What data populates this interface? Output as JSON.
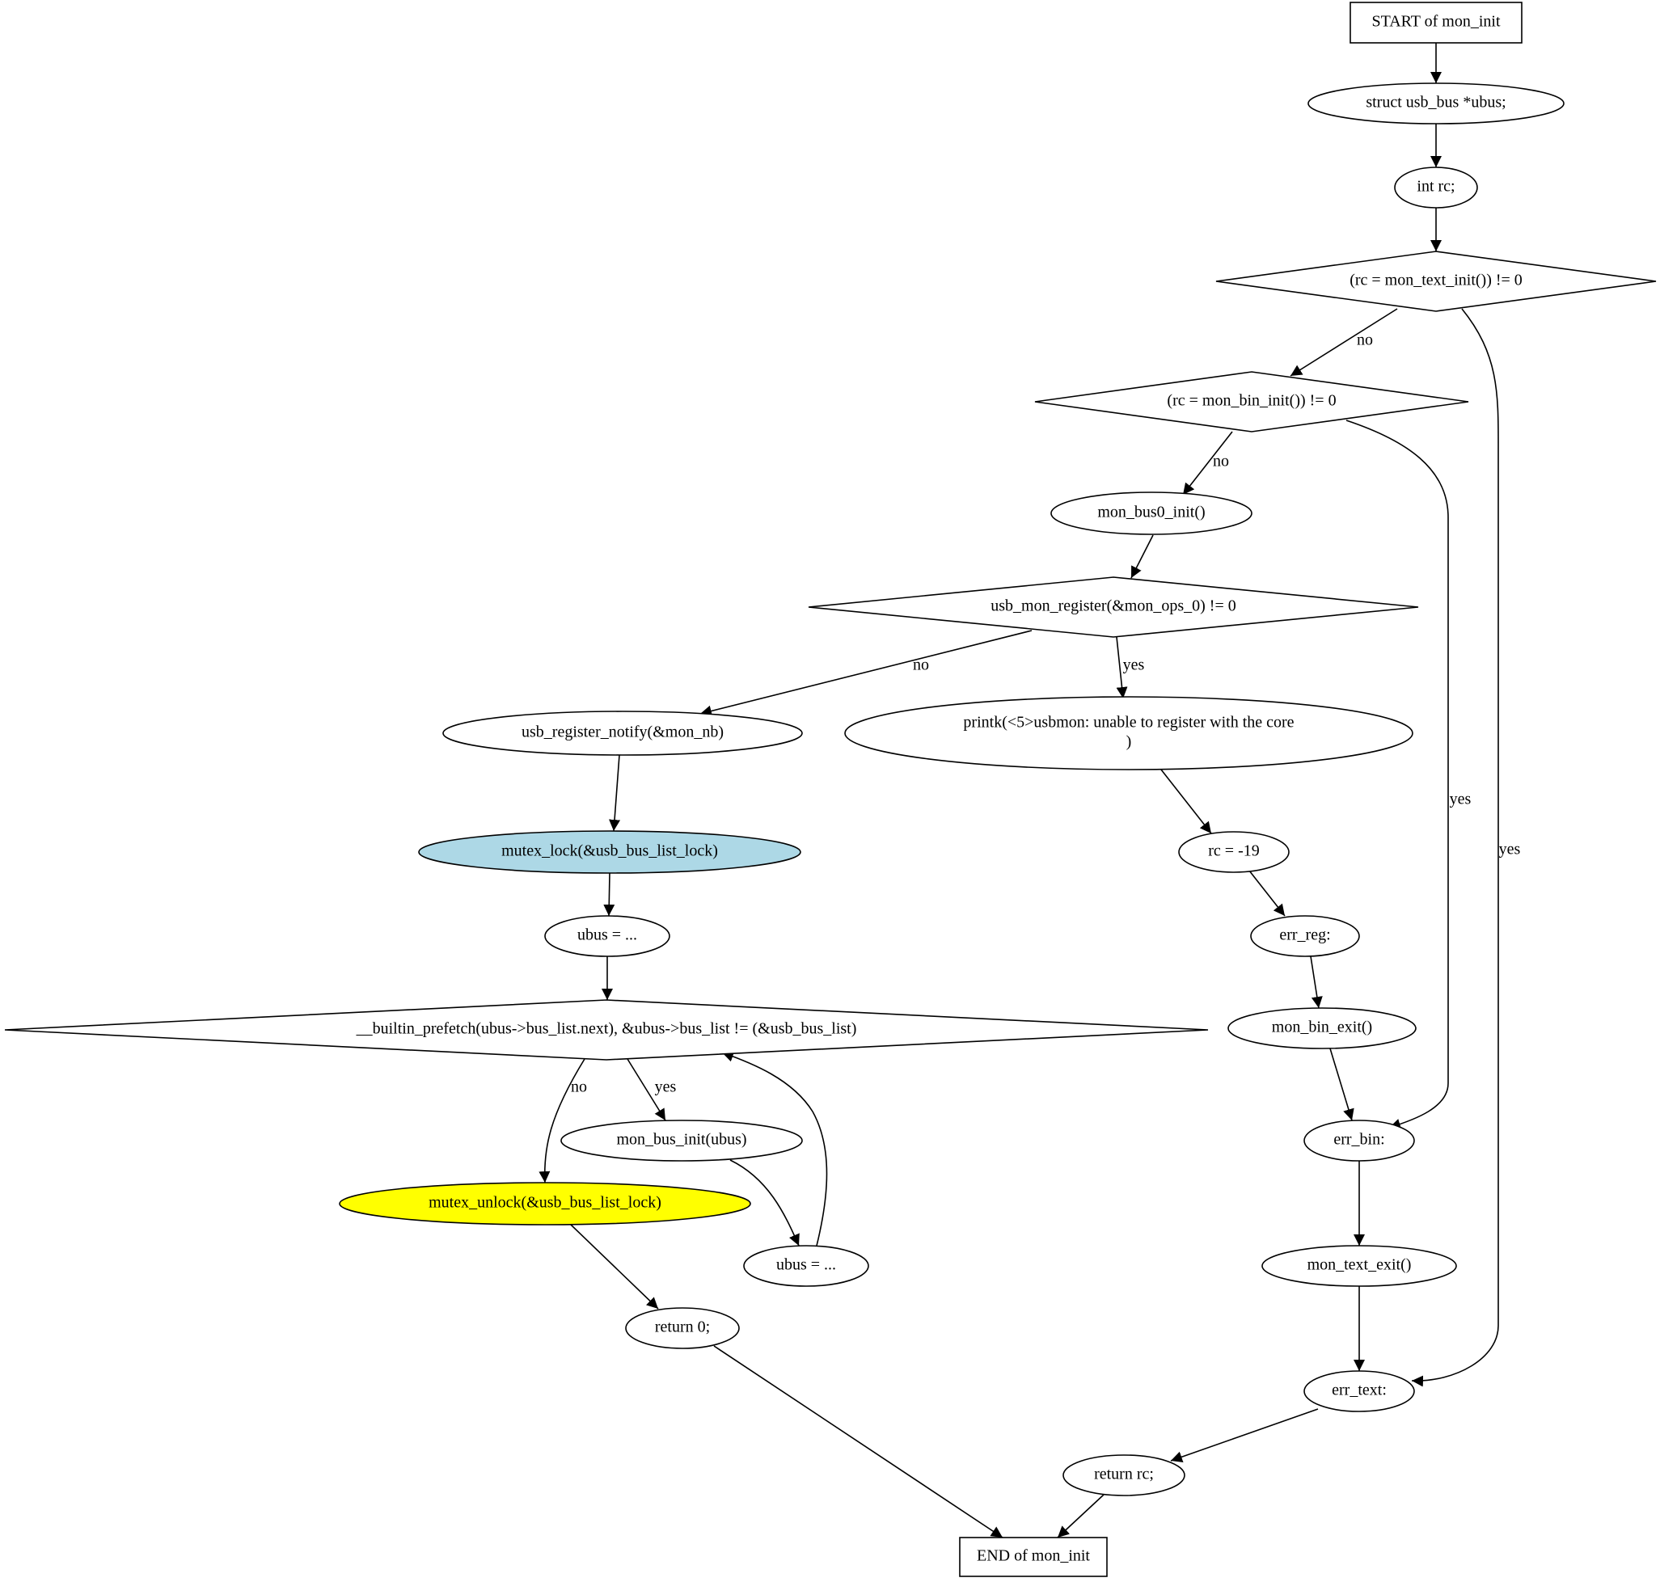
{
  "nodes": {
    "start": {
      "label": [
        "START of mon_init"
      ],
      "shape": "box"
    },
    "decl_ubus": {
      "label": [
        "struct usb_bus *ubus;"
      ],
      "shape": "ellipse"
    },
    "decl_rc": {
      "label": [
        "int rc;"
      ],
      "shape": "ellipse"
    },
    "cond_text": {
      "label": [
        "(rc = mon_text_init()) != 0"
      ],
      "shape": "diamond"
    },
    "cond_bin": {
      "label": [
        "(rc = mon_bin_init()) != 0"
      ],
      "shape": "diamond"
    },
    "bus0_init": {
      "label": [
        "mon_bus0_init()"
      ],
      "shape": "ellipse"
    },
    "cond_register": {
      "label": [
        "usb_mon_register(&mon_ops_0) != 0"
      ],
      "shape": "diamond"
    },
    "register_notify": {
      "label": [
        "usb_register_notify(&mon_nb)"
      ],
      "shape": "ellipse"
    },
    "printk": {
      "label": [
        "printk(<5>usbmon: unable to register with the core",
        ")"
      ],
      "shape": "ellipse"
    },
    "mutex_lock": {
      "label": [
        "mutex_lock(&usb_bus_list_lock)"
      ],
      "shape": "ellipse",
      "fill": "#add8e6"
    },
    "rc_assign": {
      "label": [
        "rc = -19"
      ],
      "shape": "ellipse"
    },
    "ubus_assign_1": {
      "label": [
        "ubus = ..."
      ],
      "shape": "ellipse"
    },
    "err_reg": {
      "label": [
        "err_reg:"
      ],
      "shape": "ellipse"
    },
    "cond_loop": {
      "label": [
        "__builtin_prefetch(ubus->bus_list.next), &ubus->bus_list != (&usb_bus_list)"
      ],
      "shape": "diamond"
    },
    "bin_exit": {
      "label": [
        "mon_bin_exit()"
      ],
      "shape": "ellipse"
    },
    "bus_init": {
      "label": [
        "mon_bus_init(ubus)"
      ],
      "shape": "ellipse"
    },
    "err_bin": {
      "label": [
        "err_bin:"
      ],
      "shape": "ellipse"
    },
    "mutex_unlock": {
      "label": [
        "mutex_unlock(&usb_bus_list_lock)"
      ],
      "shape": "ellipse",
      "fill": "#ffff00"
    },
    "ubus_assign_2": {
      "label": [
        "ubus = ..."
      ],
      "shape": "ellipse"
    },
    "text_exit": {
      "label": [
        "mon_text_exit()"
      ],
      "shape": "ellipse"
    },
    "return_0": {
      "label": [
        "return 0;"
      ],
      "shape": "ellipse"
    },
    "err_text": {
      "label": [
        "err_text:"
      ],
      "shape": "ellipse"
    },
    "return_rc": {
      "label": [
        "return rc;"
      ],
      "shape": "ellipse"
    },
    "end": {
      "label": [
        "END of mon_init"
      ],
      "shape": "box"
    }
  },
  "edges": [
    {
      "id": "start-decl_ubus",
      "from": "start",
      "to": "decl_ubus",
      "label": ""
    },
    {
      "id": "decl_ubus-decl_rc",
      "from": "decl_ubus",
      "to": "decl_rc",
      "label": ""
    },
    {
      "id": "decl_rc-cond_text",
      "from": "decl_rc",
      "to": "cond_text",
      "label": ""
    },
    {
      "id": "cond_text-cond_bin",
      "from": "cond_text",
      "to": "cond_bin",
      "label": "no"
    },
    {
      "id": "cond_text-err_text",
      "from": "cond_text",
      "to": "err_text",
      "label": "yes"
    },
    {
      "id": "cond_bin-bus0_init",
      "from": "cond_bin",
      "to": "bus0_init",
      "label": "no"
    },
    {
      "id": "cond_bin-err_bin",
      "from": "cond_bin",
      "to": "err_bin",
      "label": "yes"
    },
    {
      "id": "bus0_init-cond_register",
      "from": "bus0_init",
      "to": "cond_register",
      "label": ""
    },
    {
      "id": "cond_register-register_notify",
      "from": "cond_register",
      "to": "register_notify",
      "label": "no"
    },
    {
      "id": "cond_register-printk",
      "from": "cond_register",
      "to": "printk",
      "label": "yes"
    },
    {
      "id": "register_notify-mutex_lock",
      "from": "register_notify",
      "to": "mutex_lock",
      "label": ""
    },
    {
      "id": "mutex_lock-ubus_assign_1",
      "from": "mutex_lock",
      "to": "ubus_assign_1",
      "label": ""
    },
    {
      "id": "ubus_assign_1-cond_loop",
      "from": "ubus_assign_1",
      "to": "cond_loop",
      "label": ""
    },
    {
      "id": "cond_loop-mutex_unlock",
      "from": "cond_loop",
      "to": "mutex_unlock",
      "label": "no"
    },
    {
      "id": "cond_loop-bus_init",
      "from": "cond_loop",
      "to": "bus_init",
      "label": "yes"
    },
    {
      "id": "bus_init-ubus_assign_2",
      "from": "bus_init",
      "to": "ubus_assign_2",
      "label": ""
    },
    {
      "id": "ubus_assign_2-cond_loop",
      "from": "ubus_assign_2",
      "to": "cond_loop",
      "label": ""
    },
    {
      "id": "mutex_unlock-return_0",
      "from": "mutex_unlock",
      "to": "return_0",
      "label": ""
    },
    {
      "id": "return_0-end",
      "from": "return_0",
      "to": "end",
      "label": ""
    },
    {
      "id": "printk-rc_assign",
      "from": "printk",
      "to": "rc_assign",
      "label": ""
    },
    {
      "id": "rc_assign-err_reg",
      "from": "rc_assign",
      "to": "err_reg",
      "label": ""
    },
    {
      "id": "err_reg-bin_exit",
      "from": "err_reg",
      "to": "bin_exit",
      "label": ""
    },
    {
      "id": "bin_exit-err_bin",
      "from": "bin_exit",
      "to": "err_bin",
      "label": ""
    },
    {
      "id": "err_bin-text_exit",
      "from": "err_bin",
      "to": "text_exit",
      "label": ""
    },
    {
      "id": "text_exit-err_text",
      "from": "text_exit",
      "to": "err_text",
      "label": ""
    },
    {
      "id": "err_text-return_rc",
      "from": "err_text",
      "to": "return_rc",
      "label": ""
    },
    {
      "id": "return_rc-end",
      "from": "return_rc",
      "to": "end",
      "label": ""
    }
  ]
}
